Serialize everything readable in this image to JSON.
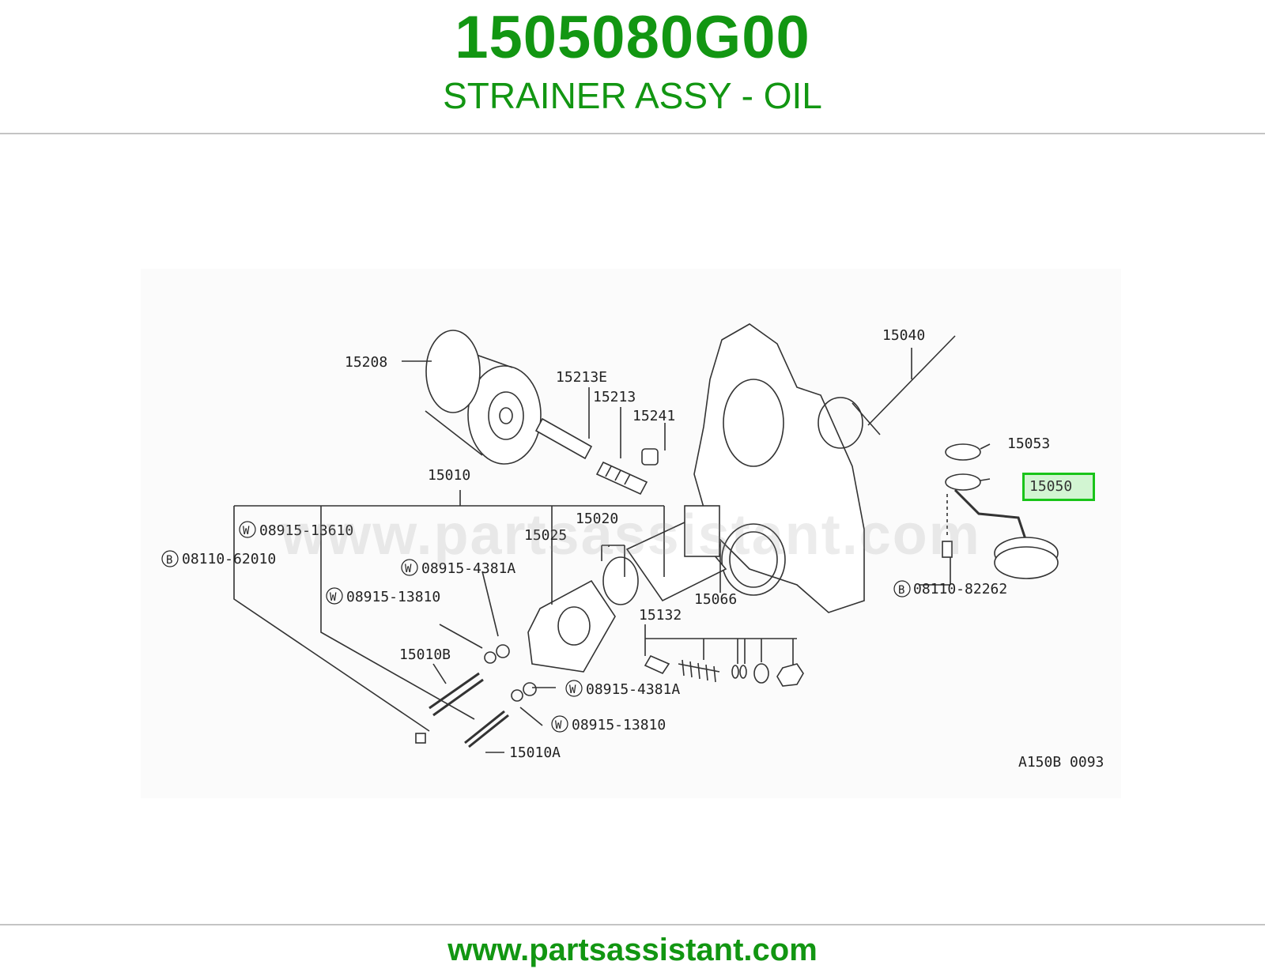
{
  "header": {
    "part_number": "1505080G00",
    "part_name": "STRAINER ASSY - OIL"
  },
  "diagram": {
    "watermark": "www.partsassistant.com",
    "figure_code": "A150B 0093",
    "highlighted_part": "15050",
    "labels": {
      "p15208": "15208",
      "p15213E": "15213E",
      "p15213": "15213",
      "p15241": "15241",
      "p15040": "15040",
      "p15053": "15053",
      "p15010": "15010",
      "p15020": "15020",
      "p15025": "15025",
      "w1": "08915-13610",
      "b1": "08110-62010",
      "w2": "08915-4381A",
      "w3": "08915-13810",
      "p15066": "15066",
      "p15132": "15132",
      "b2": "08110-82262",
      "p15010B": "15010B",
      "w4": "08915-4381A",
      "w5": "08915-13810",
      "p15010A": "15010A"
    },
    "prefix_w": "W",
    "prefix_b": "B"
  },
  "footer": {
    "url": "www.partsassistant.com"
  },
  "colors": {
    "brand_green": "#129612",
    "highlight_green": "#19c419"
  }
}
